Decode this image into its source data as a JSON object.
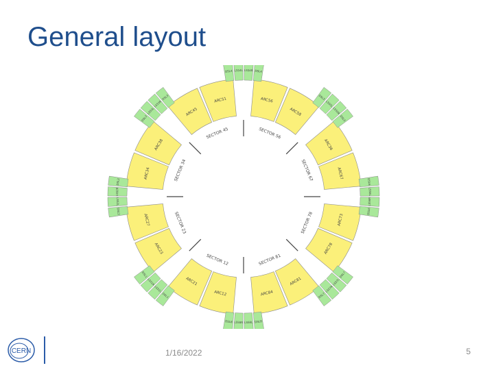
{
  "slide": {
    "title": "General layout",
    "date": "1/16/2022",
    "page_number": "5"
  },
  "logo": {
    "text": "CERN"
  },
  "diagram": {
    "colors": {
      "arc": "#fbf07a",
      "insertion": "#a9e89a",
      "stroke": "#8a8a8a",
      "line": "#444444"
    },
    "sectors": [
      "SECTOR 45",
      "SECTOR 56",
      "SECTOR 67",
      "SECTOR 78",
      "SECTOR 81",
      "SECTOR 12",
      "SECTOR 23",
      "SECTOR 34"
    ],
    "arc_blocks": [
      "ARC45",
      "ARC51",
      "ARC56",
      "ARC58",
      "ARC36",
      "ARC67",
      "ARC73",
      "ARC78",
      "ARC81",
      "ARC84",
      "ARC12",
      "ARC21",
      "ARC23",
      "ARC27",
      "ARC34",
      "ARC38"
    ],
    "insertion_blocks": [
      [
        "DSL4",
        "LSS4L",
        "LSS4R",
        "DSL4"
      ],
      [
        "DSL5",
        "LSS5L",
        "LSS5R",
        "DSL5"
      ],
      [
        "DSL6",
        "LSS6L",
        "LSS6R",
        "DSL6"
      ],
      [
        "DSL7",
        "LSS7L",
        "LSS7R",
        "DSL7"
      ],
      [
        "DSL8",
        "LSS8L",
        "LSS8R",
        "DSL8"
      ],
      [
        "DSL1",
        "LSS1L",
        "LSS1R",
        "DSL1"
      ],
      [
        "DSL2",
        "LSS2L",
        "LSS2R",
        "DSL2"
      ],
      [
        "DSL3",
        "LSS3L",
        "LSS3R",
        "DSL3"
      ]
    ]
  }
}
